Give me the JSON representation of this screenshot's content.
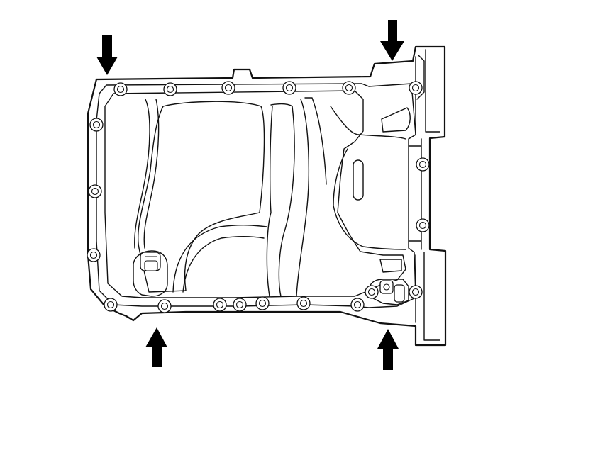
{
  "figure": {
    "subject": "oil-pan",
    "view": "bottom",
    "pointer_arrows": [
      {
        "id": "arrow-top-left",
        "direction": "down"
      },
      {
        "id": "arrow-top-right",
        "direction": "down"
      },
      {
        "id": "arrow-bottom-left",
        "direction": "up"
      },
      {
        "id": "arrow-bottom-right",
        "direction": "up"
      }
    ],
    "colors": {
      "line": "#111111",
      "arrow": "#000000",
      "background": "#ffffff"
    }
  }
}
